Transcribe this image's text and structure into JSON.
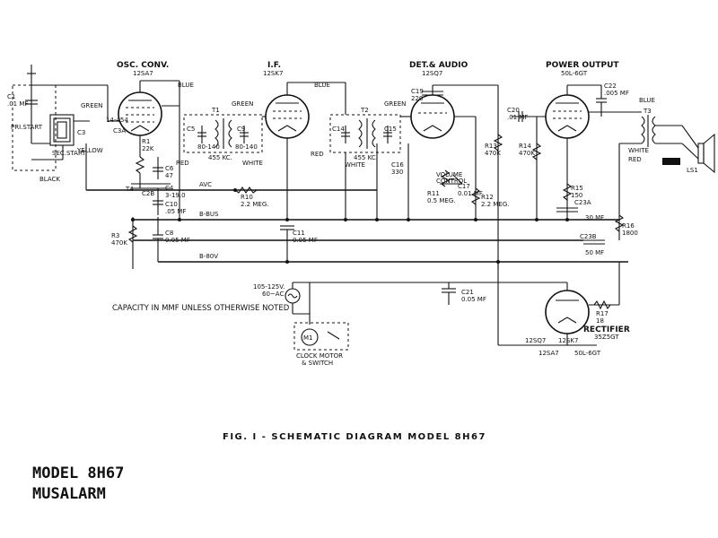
{
  "stages": {
    "osc_conv": "OSC. CONV.",
    "osc_tube": "12SA7",
    "if_stage": "I.F.",
    "if_tube": "12SK7",
    "det_audio": "DET.& AUDIO",
    "det_tube": "12SQ7",
    "power_output": "POWER OUTPUT",
    "power_tube": "50L-6GT",
    "rectifier": "RECTIFIER",
    "rect_tube": "35Z5GT"
  },
  "components": {
    "c1": "C1",
    "c1_val": ".01 MF",
    "pri_start": "PRI.START",
    "sec_start": "SEC.START",
    "black": "BLACK",
    "green1": "GREEN",
    "yellow": "YELLOW",
    "c3": "C3",
    "c3a": "C3A",
    "c3a_val": "14-454",
    "r1": "R1",
    "r1_val": "22K",
    "c6": "C6",
    "c6_val": "47",
    "t4": "T4",
    "c4": "C4",
    "c4_val": "3-19.0",
    "c2b": "C2B",
    "c10": "C10",
    "c10_val": ".05 MF",
    "c8": "C8",
    "c8_val": "0.05 MF",
    "r3": "R3",
    "r3_val": "470K",
    "blue1": "BLUE",
    "t1": "T1",
    "green2": "GREEN",
    "c5": "C5",
    "c5_val": "80-140",
    "c9": "C9",
    "c9_val": "80-140",
    "kc1": "455 KC.",
    "red1": "RED",
    "white1": "WHITE",
    "avc": "AVC",
    "r10": "R10",
    "r10_val": "2.2 MEG.",
    "c11": "C11",
    "c11_val": "0.05 MF",
    "blue2": "BLUE",
    "t2": "T2",
    "green3": "GREEN",
    "c14": "C14",
    "c15": "C15",
    "kc2": "455 KC.",
    "red2": "RED",
    "white2": "WHITE",
    "c16": "C16",
    "c16_val": "330",
    "c19": "C19",
    "c19_val": "220",
    "vol": "VOLUME",
    "vol2": "CONTROL",
    "r11": "R11",
    "r11_val": "0.5 MEG.",
    "c17": "C17",
    "c17_val": "0.01 MF",
    "r12": "R12",
    "r12_val": "2.2 MEG.",
    "r13": "R13",
    "r13_val": "470K",
    "c20": "C20",
    "c20_val": ".01 MF",
    "r14": "R14",
    "r14_val": "470K",
    "c22": "C22",
    "c22_val": ".005 MF",
    "blue3": "BLUE",
    "t3": "T3",
    "red3": "RED",
    "white3": "WHITE",
    "ls1": "LS1",
    "r15": "R15",
    "r15_val": "150",
    "c23a": "C23A",
    "c23a_val": "30 MF",
    "c23b": "C23B",
    "c23b_val": "50 MF",
    "r16": "R16",
    "r16_val": "1800",
    "r17": "R17",
    "r17_val": "18",
    "bbus": "B-BUS",
    "b80v": "B-80V",
    "supply": "105-125V.",
    "supply2": "60~AC",
    "c21": "C21",
    "c21_val": "0.05 MF",
    "m1": "M1",
    "clock1": "CLOCK MOTOR",
    "clock2": "& SWITCH",
    "h1": "12SQ7",
    "h2": "12SK7",
    "h3": "12SA7",
    "h4": "50L-6GT"
  },
  "notes": {
    "capacity": "CAPACITY IN MMF UNLESS OTHERWISE NOTED"
  },
  "caption": "FIG. I - SCHEMATIC  DIAGRAM  MODEL  8H67",
  "model": {
    "line1": "MODEL 8H67",
    "line2": "MUSALARM"
  }
}
